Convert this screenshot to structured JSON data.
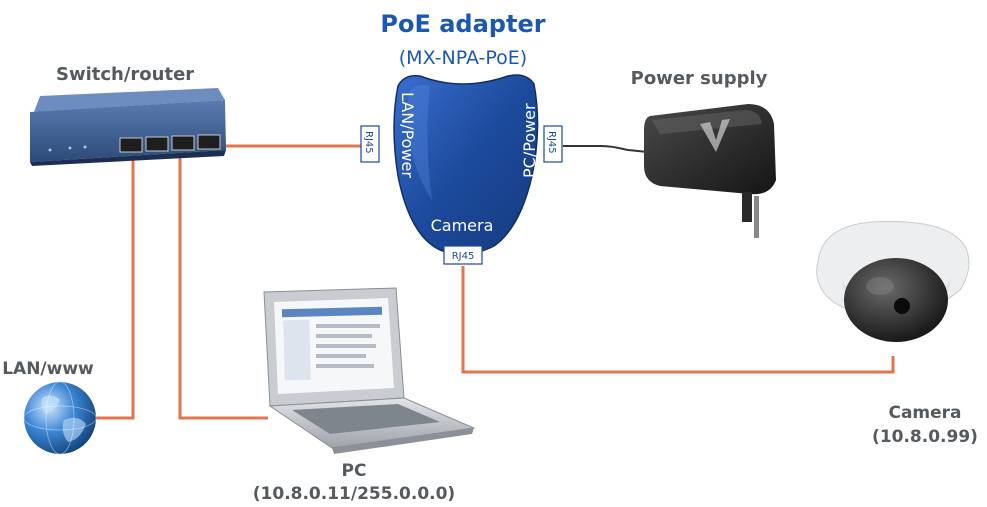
{
  "adapter": {
    "title": "PoE adapter",
    "model": "(MX-NPA-PoE)",
    "port_lan": "LAN/Power",
    "port_pc": "PC/Power",
    "port_camera": "Camera",
    "rj45_label": "RJ45"
  },
  "switch": {
    "label": "Switch/router"
  },
  "power_supply": {
    "label": "Power supply"
  },
  "lan": {
    "label": "LAN/www"
  },
  "pc": {
    "label": "PC",
    "address": "(10.8.0.11/255.0.0.0)"
  },
  "camera": {
    "label": "Camera",
    "address": "(10.8.0.99)"
  },
  "colors": {
    "cable": "#e3744e",
    "adapter_blue": "#1c4a9c",
    "label_blue": "#1c58b0",
    "label_gray": "#555a5f",
    "switch_body": "#3a5a8c"
  },
  "icons": {
    "switch": "network-switch-icon",
    "adapter": "poe-adapter-icon",
    "power_supply": "power-plug-icon",
    "camera": "dome-camera-icon",
    "laptop": "laptop-icon",
    "globe": "globe-icon"
  }
}
